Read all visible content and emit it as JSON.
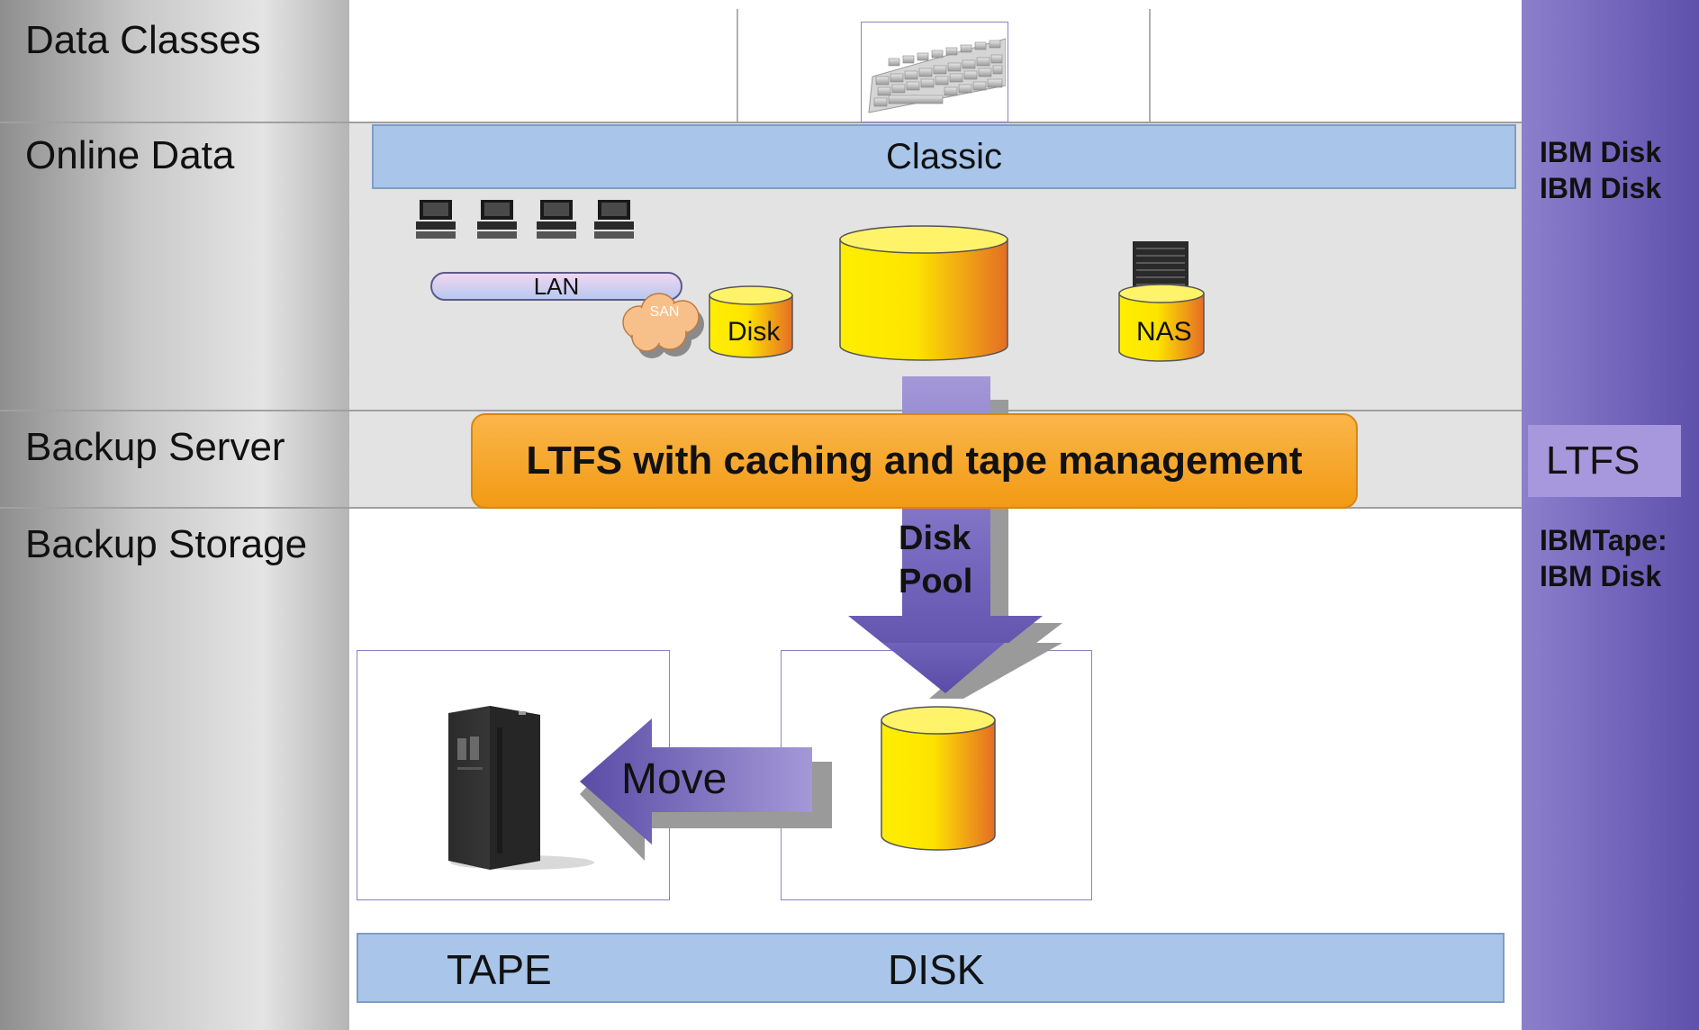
{
  "rows": {
    "data_classes": "Data Classes",
    "online_data": "Online Data",
    "backup_server": "Backup Server",
    "backup_storage": "Backup Storage"
  },
  "right_column": {
    "online_line1": "IBM Disk",
    "online_line2": "IBM Disk",
    "server": "LTFS",
    "storage_line1": "IBMTape:",
    "storage_line2": "IBM Disk"
  },
  "online": {
    "classic": "Classic",
    "lan": "LAN",
    "san": "SAN",
    "disk": "Disk",
    "nas": "NAS"
  },
  "server": {
    "ltfs_box": "LTFS with caching and tape management"
  },
  "storage": {
    "disk_pool_line1": "Disk",
    "disk_pool_line2": "Pool",
    "move": "Move",
    "tape": "TAPE",
    "disk": "DISK"
  },
  "icons": [
    "keyboard-icon",
    "computer-icon",
    "lan-icon",
    "san-cloud-icon",
    "disk-cylinder-icon",
    "nas-icon",
    "tape-library-icon",
    "arrow-down-icon",
    "arrow-left-icon"
  ],
  "colors": {
    "purple_column": "#7567bd",
    "blue_bar": "#a9c6ea",
    "orange_box": "#f5a623",
    "cylinder_yellow": "#ffee00",
    "cylinder_orange": "#e8792b",
    "arrow_purple": "#6b5fb8"
  }
}
